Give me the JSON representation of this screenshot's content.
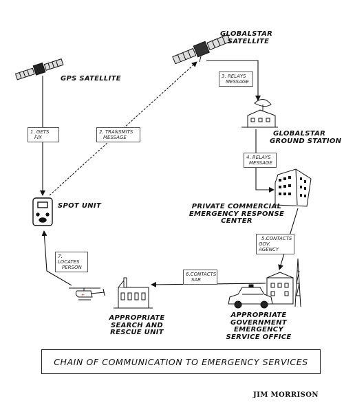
{
  "labels": {
    "gps_satellite": "GPS SATELLITE",
    "globalstar_satellite_line1": "GLOBALSTAR",
    "globalstar_satellite_line2": "SATELLITE",
    "ground_station_line1": "GLOBALSTAR",
    "ground_station_line2": "GROUND STATION",
    "spot_unit": "SPOT UNIT",
    "response_center_line1": "PRIVATE  COMMERCIAL",
    "response_center_line2": "EMERGENCY RESPONSE",
    "response_center_line3": "CENTER",
    "gov_office_line1": "APPROPRIATE",
    "gov_office_line2": "GOVERNMENT",
    "gov_office_line3": "EMERGENCY",
    "gov_office_line4": "SERVICE OFFICE",
    "sar_unit_line1": "APPROPRIATE",
    "sar_unit_line2": "SEARCH AND",
    "sar_unit_line3": "RESCUE UNIT"
  },
  "steps": [
    {
      "line1": "1. GETS",
      "line2": "FIX"
    },
    {
      "line1": "2. TRANSMITS",
      "line2": "MESSAGE"
    },
    {
      "line1": "3. RELAYS",
      "line2": "MESSAGE"
    },
    {
      "line1": "4. RELAYS",
      "line2": "MESSAGE"
    },
    {
      "line1": "5.CONTACTS",
      "line2": "GOV. AGENCY"
    },
    {
      "line1": "6.CONTACTS",
      "line2": "SAR"
    },
    {
      "line1": "7. LOCATES",
      "line2": "PERSON"
    }
  ],
  "title": "CHAIN OF COMMUNICATION TO EMERGENCY SERVICES",
  "credit": "JIM MORRISON",
  "icons": [
    "gps-satellite-icon",
    "globalstar-satellite-icon",
    "ground-station-icon",
    "spot-unit-icon",
    "response-center-icon",
    "government-office-icon",
    "police-car-icon",
    "radio-tower-icon",
    "rescue-unit-icon",
    "helicopter-icon"
  ],
  "colors": {
    "ink": "#111111",
    "paper": "#ffffff"
  }
}
